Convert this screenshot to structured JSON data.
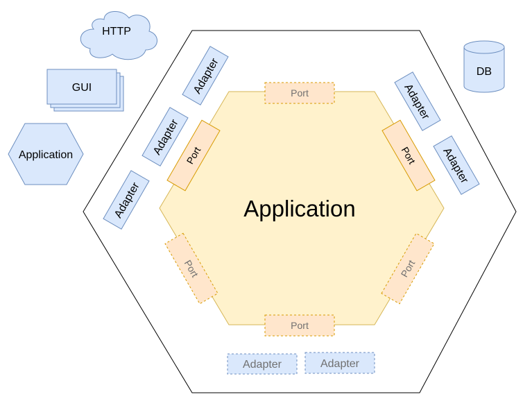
{
  "colors": {
    "adapter_fill": "#dae8fc",
    "adapter_stroke": "#6c8ebf",
    "port_fill": "#ffe6cc",
    "port_stroke": "#d79b00",
    "app_fill": "#fff2cc",
    "app_stroke": "#d6b656",
    "outline": "#000000",
    "dim_text": "#707070"
  },
  "external": {
    "http": "HTTP",
    "gui": "GUI",
    "application": "Application",
    "db": "DB"
  },
  "core": {
    "title": "Application"
  },
  "ports": {
    "top": "Port",
    "upper_left": "Port",
    "upper_right": "Port",
    "lower_left": "Port",
    "lower_right": "Port",
    "bottom": "Port"
  },
  "adapters": {
    "left_1": "Adapter",
    "left_2": "Adapter",
    "left_3": "Adapter",
    "right_1": "Adapter",
    "right_2": "Adapter",
    "bottom_1": "Adapter",
    "bottom_2": "Adapter"
  }
}
